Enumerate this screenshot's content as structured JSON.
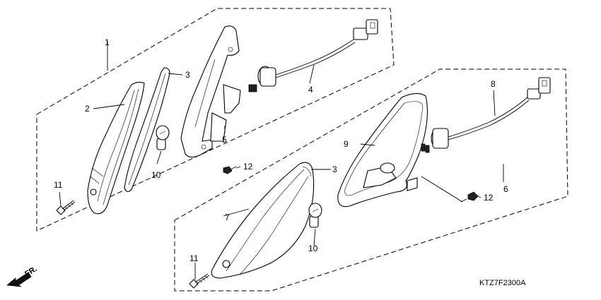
{
  "diagram": {
    "callouts": {
      "c1": "1",
      "c2": "2",
      "c3a": "3",
      "c4": "4",
      "c5": "5",
      "c10a": "10",
      "c11a": "11",
      "c12a": "12",
      "c3b": "3",
      "c6": "6",
      "c7": "7",
      "c8": "8",
      "c9": "9",
      "c10b": "10",
      "c11b": "11",
      "c12b": "12"
    },
    "diagram_code": "KTZ7F2300A",
    "front_label": "FR.",
    "icons": [
      "front-direction-arrow-icon"
    ]
  }
}
